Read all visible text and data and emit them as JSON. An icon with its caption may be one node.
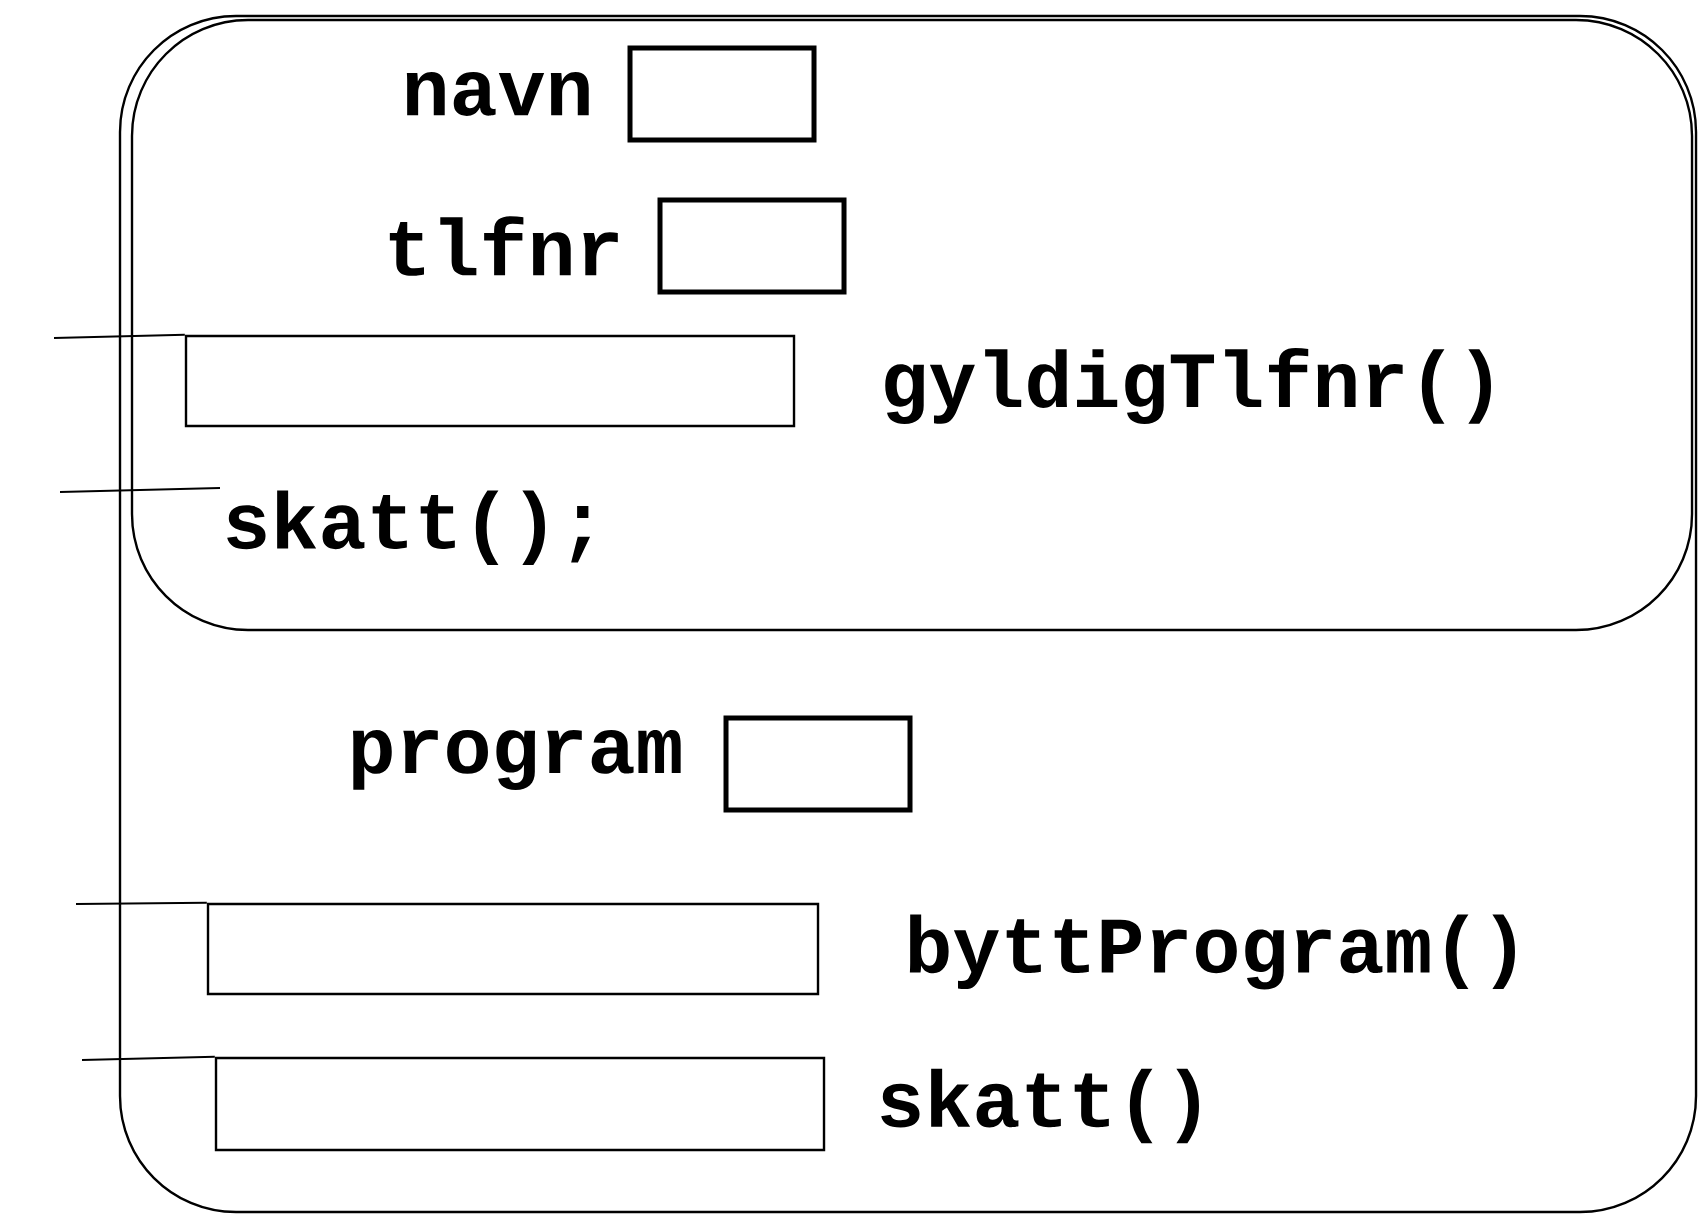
{
  "diagram": {
    "nodes": [
      {
        "text": [],
        "shape": "box"
      },
      {
        "text": [],
        "shape": "box",
        "in": 0
      },
      {
        "text": [],
        "shape": "box",
        "beside": [
          "navn"
        ],
        "in": 1
      },
      {
        "text": [],
        "shape": "box",
        "beside": [
          "tlfnr"
        ],
        "in": 1
      },
      {
        "text": [],
        "shape": "box",
        "beside": [
          "gyldigTlfnr()"
        ],
        "in": 1
      },
      {
        "text": [
          "skatt();"
        ],
        "in": 1
      },
      {
        "text": [],
        "shape": "box",
        "beside": [
          "program"
        ],
        "in": 0
      },
      {
        "text": [],
        "shape": "box",
        "beside": [
          "byttProgram()"
        ],
        "in": 0
      },
      {
        "text": [],
        "shape": "box",
        "beside": [
          "skatt()"
        ],
        "in": 0
      }
    ],
    "edges": [
      {
        "from": null,
        "to": 4,
        "arrow": "none"
      },
      {
        "from": null,
        "to": 5,
        "arrow": "none"
      },
      {
        "from": null,
        "to": 7,
        "arrow": "none"
      },
      {
        "from": null,
        "to": 8,
        "arrow": "none"
      }
    ]
  }
}
